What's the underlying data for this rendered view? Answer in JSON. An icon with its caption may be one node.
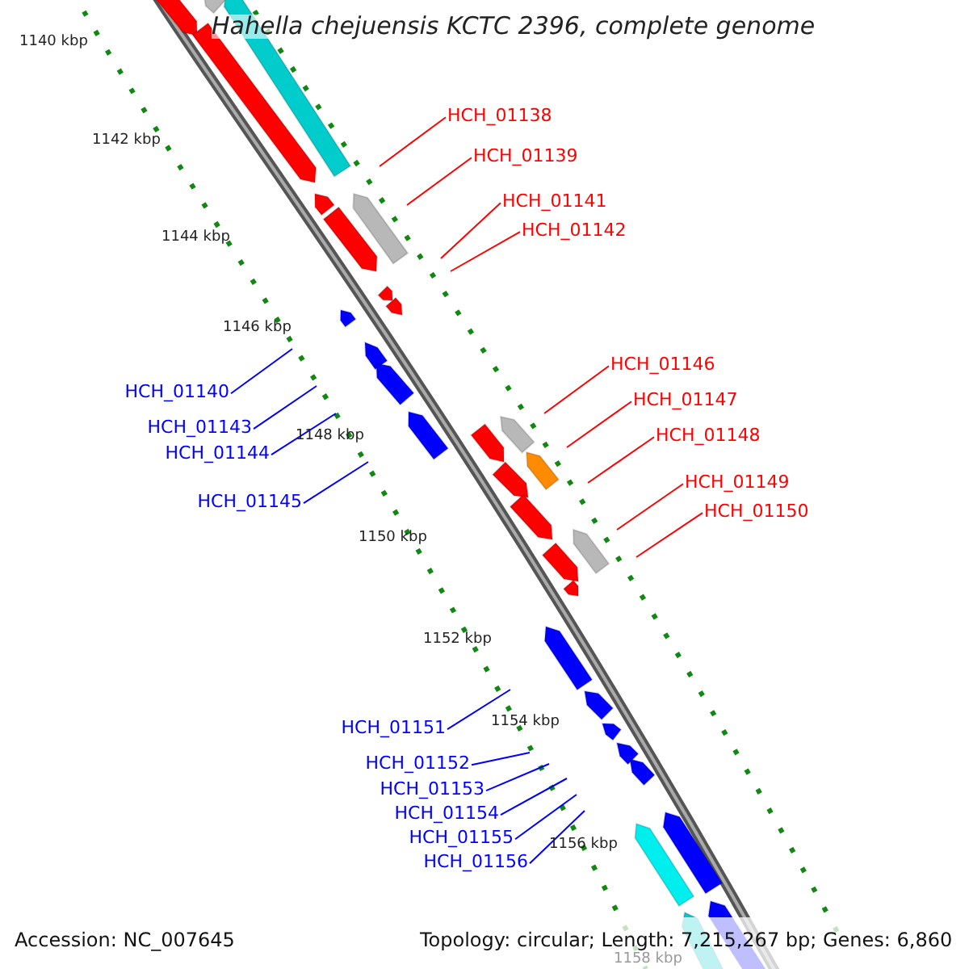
{
  "diagram": {
    "title": "Hahella chejuensis KCTC 2396, complete genome",
    "nodes": [
      {
        "text": [
          "HCH_01138"
        ]
      },
      {
        "text": [
          "HCH_01139"
        ]
      },
      {
        "text": [
          "HCH_01141"
        ]
      },
      {
        "text": [
          "HCH_01142"
        ]
      },
      {
        "text": [
          "HCH_01146"
        ]
      },
      {
        "text": [
          "HCH_01147"
        ]
      },
      {
        "text": [
          "HCH_01148"
        ]
      },
      {
        "text": [
          "HCH_01149"
        ]
      },
      {
        "text": [
          "HCH_01150"
        ]
      },
      {
        "text": [
          "HCH_01140"
        ]
      },
      {
        "text": [
          "HCH_01143"
        ]
      },
      {
        "text": [
          "HCH_01144"
        ]
      },
      {
        "text": [
          "HCH_01145"
        ]
      },
      {
        "text": [
          "HCH_01151"
        ]
      },
      {
        "text": [
          "HCH_01152"
        ]
      },
      {
        "text": [
          "HCH_01153"
        ]
      },
      {
        "text": [
          "HCH_01154"
        ]
      },
      {
        "text": [
          "HCH_01155"
        ]
      },
      {
        "text": [
          "HCH_01156"
        ]
      }
    ],
    "edges": [
      {
        "from": 0,
        "to": null,
        "arrow": "none",
        "color": "#ff0000"
      },
      {
        "from": 1,
        "to": null,
        "arrow": "none",
        "color": "#ff0000"
      },
      {
        "from": 2,
        "to": null,
        "arrow": "none",
        "color": "#ff0000"
      },
      {
        "from": 3,
        "to": null,
        "arrow": "none",
        "color": "#ff0000"
      },
      {
        "from": 4,
        "to": null,
        "arrow": "none",
        "color": "#ff0000"
      },
      {
        "from": 5,
        "to": null,
        "arrow": "none",
        "color": "#ff0000"
      },
      {
        "from": 6,
        "to": null,
        "arrow": "none",
        "color": "#ff0000"
      },
      {
        "from": 7,
        "to": null,
        "arrow": "none",
        "color": "#ff0000"
      },
      {
        "from": 8,
        "to": null,
        "arrow": "none",
        "color": "#ff0000"
      },
      {
        "from": 9,
        "to": null,
        "arrow": "none",
        "color": "#0000ff"
      },
      {
        "from": 10,
        "to": null,
        "arrow": "none",
        "color": "#0000ff"
      },
      {
        "from": 11,
        "to": null,
        "arrow": "none",
        "color": "#0000ff"
      },
      {
        "from": 12,
        "to": null,
        "arrow": "none",
        "color": "#0000ff"
      },
      {
        "from": 13,
        "to": null,
        "arrow": "none",
        "color": "#0000ff"
      },
      {
        "from": 14,
        "to": null,
        "arrow": "none",
        "color": "#0000ff"
      },
      {
        "from": 15,
        "to": null,
        "arrow": "none",
        "color": "#0000ff"
      },
      {
        "from": 16,
        "to": null,
        "arrow": "none",
        "color": "#0000ff"
      },
      {
        "from": 17,
        "to": null,
        "arrow": "none",
        "color": "#0000ff"
      },
      {
        "from": 18,
        "to": null,
        "arrow": "none",
        "color": "#0000ff"
      }
    ],
    "labels": [
      "1140 kbp",
      "1142 kbp",
      "1144 kbp",
      "1146 kbp",
      "1148 kbp",
      "1150 kbp",
      "1152 kbp",
      "1154 kbp",
      "1156 kbp",
      "1158 kbp",
      "Accession: NC_007645",
      "Topology: circular; Length: 7,215,267 bp; Genes: 6,860"
    ]
  }
}
